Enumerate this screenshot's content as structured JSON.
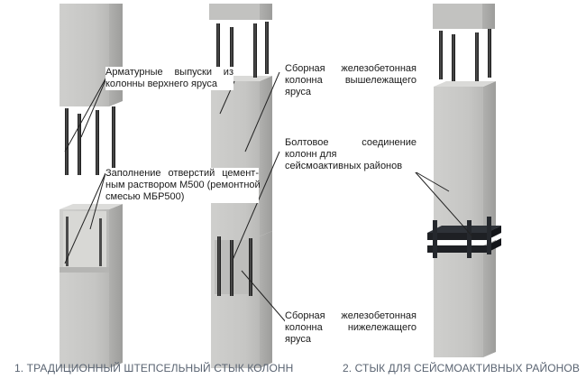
{
  "annotations": {
    "rebar_outlets": {
      "lines": [
        "Арматурные  выпуски  из",
        "колонны верхнего яруса"
      ]
    },
    "upper_column": {
      "lines": [
        "Сборная  железобетонная",
        "колонна  вышележащего",
        "яруса"
      ]
    },
    "mortar_fill": {
      "lines": [
        "Заполнение  отверстий  цемент-",
        "ным раствором М500 (ремонтной",
        "смесью МБР500)"
      ]
    },
    "bolted_joint": {
      "lines": [
        "Болтовое        соединение",
        "колонн        для",
        "сейсмоактивных районов"
      ]
    },
    "lower_column": {
      "lines": [
        "Сборная  железобетонная",
        "колонна    нижележащего",
        "яруса"
      ]
    }
  },
  "captions": {
    "traditional": "1. ТРАДИЦИОННЫЙ ШТЕПСЕЛЬНЫЙ СТЫК КОЛОНН",
    "seismic": "2. СТЫК ДЛЯ СЕЙСМОАКТИВНЫХ РАЙОНОВ"
  },
  "colors": {
    "concrete_front": "#c9c9c7",
    "concrete_side": "#a9a9a7",
    "rebar": "#2a2a2a",
    "steel_plate": "#1e2024",
    "leader_line": "#222222",
    "caption_text": "#5a6472"
  }
}
